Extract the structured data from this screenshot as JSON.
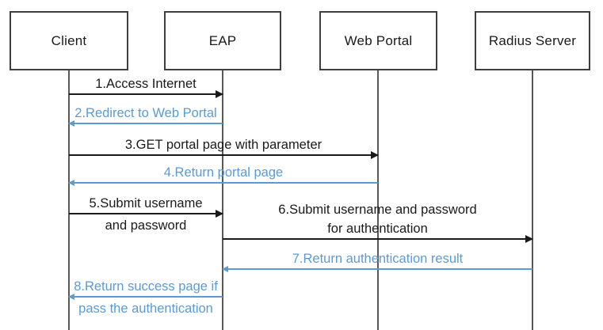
{
  "diagram": {
    "kind": "sequence-diagram",
    "actors": [
      {
        "id": "client",
        "label": "Client"
      },
      {
        "id": "eap",
        "label": "EAP"
      },
      {
        "id": "web-portal",
        "label": "Web Portal"
      },
      {
        "id": "radius",
        "label": "Radius Server"
      }
    ],
    "colors": {
      "request": "#1a1a1a",
      "response": "#5b9bd5",
      "lifeline": "#595959",
      "box_border": "#3f3f3f",
      "background": "#ffffff"
    },
    "messages": [
      {
        "num": "1",
        "from": "client",
        "to": "eap",
        "style": "request",
        "split": false,
        "lines": [
          "1.Access Internet"
        ]
      },
      {
        "num": "2",
        "from": "eap",
        "to": "client",
        "style": "response",
        "split": false,
        "lines": [
          "2.Redirect to Web Portal"
        ]
      },
      {
        "num": "3",
        "from": "client",
        "to": "web-portal",
        "style": "request",
        "split": false,
        "lines": [
          "3.GET portal page with parameter"
        ]
      },
      {
        "num": "4",
        "from": "web-portal",
        "to": "client",
        "style": "response",
        "split": false,
        "lines": [
          "4.Return portal page"
        ]
      },
      {
        "num": "5",
        "from": "client",
        "to": "eap",
        "style": "request",
        "split": true,
        "lines": [
          "5.Submit username",
          "and password"
        ]
      },
      {
        "num": "6",
        "from": "eap",
        "to": "radius",
        "style": "request",
        "split": false,
        "lines": [
          "6.Submit username and password",
          "for authentication"
        ]
      },
      {
        "num": "7",
        "from": "radius",
        "to": "eap",
        "style": "response",
        "split": false,
        "lines": [
          "7.Return authentication result"
        ]
      },
      {
        "num": "8",
        "from": "eap",
        "to": "client",
        "style": "response",
        "split": true,
        "lines": [
          "8.Return success page if",
          "pass the authentication"
        ]
      }
    ]
  }
}
